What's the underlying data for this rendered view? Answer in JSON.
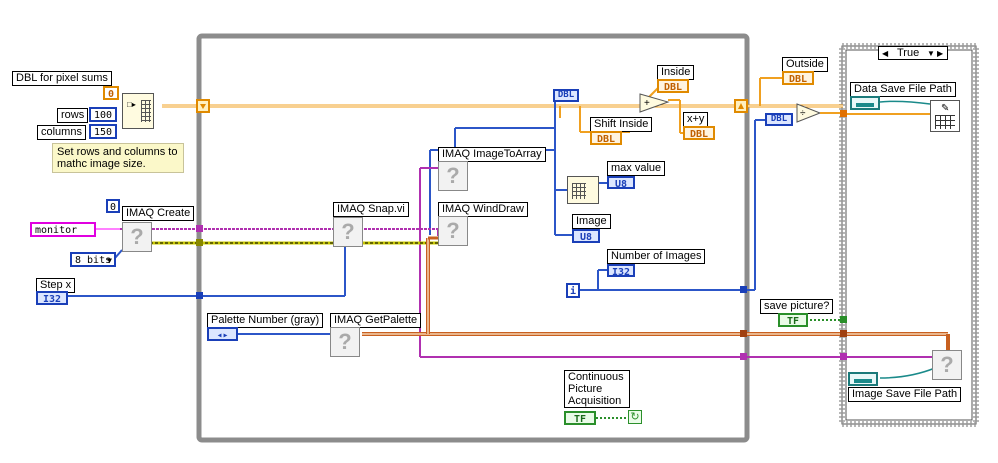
{
  "controls": {
    "dbl_label": "DBL for pixel sums",
    "dbl_value": "0",
    "rows_label": "rows",
    "rows_value": "100",
    "columns_label": "columns",
    "columns_value": "150",
    "note_text": "Set rows and columns to mathc image size.",
    "monitor_value": "monitor",
    "imaq_create_const": "0",
    "bits_value": "8 bits",
    "step_x_label": "Step x",
    "step_x_type": "I32",
    "palette_label": "Palette Number (gray)",
    "palette_value": "◂▸"
  },
  "subvis": {
    "imaq_create": "IMAQ Create",
    "imaq_snap": "IMAQ Snap.vi",
    "imaq_getpalette": "IMAQ GetPalette",
    "imaq_imagetoarray": "IMAQ ImageToArray",
    "imaq_winddraw": "IMAQ WindDraw",
    "placeholder_glyph": "?"
  },
  "loop": {
    "dbl_const": "DBL",
    "inside_label": "Inside",
    "inside_type": "DBL",
    "shift_inside_label": "Shift Inside",
    "shift_inside_type": "DBL",
    "xy_label": "x+y",
    "xy_type": "DBL",
    "max_value_label": "max value",
    "max_value_type": "U8",
    "image_label": "Image",
    "image_type": "U8",
    "number_images_label": "Number of Images",
    "number_images_type": "I32",
    "iteration_glyph": "i",
    "stop_label": "Continuous Picture Acquisition",
    "stop_type": "TF"
  },
  "outside": {
    "outside_label": "Outside",
    "outside_type": "DBL",
    "dbl_const": "DBL",
    "save_picture_label": "save picture?",
    "save_picture_type": "TF"
  },
  "case": {
    "selector_value": "True",
    "data_save_label": "Data Save File Path",
    "image_save_label": "Image Save File Path"
  },
  "colors": {
    "orange_wire": "#f0a020",
    "blue_wire": "#2c56c8",
    "magenta_wire": "#b030b0",
    "yellow_wire": "#c8c800",
    "loop_border": "#8c8c8c",
    "note_bg": "#fbf8c9"
  }
}
